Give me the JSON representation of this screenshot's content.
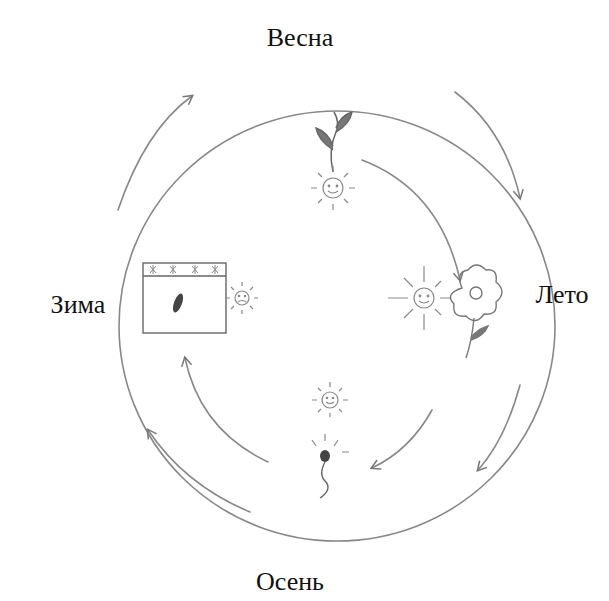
{
  "diagram": {
    "labels": [
      "Весна",
      "Зима",
      "Лето",
      "Осень"
    ]
  }
}
